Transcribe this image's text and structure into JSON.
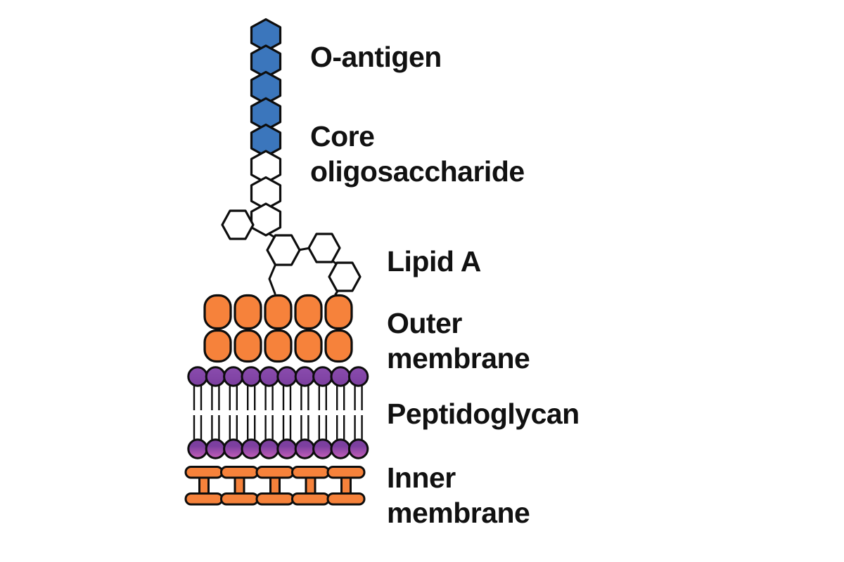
{
  "labels": {
    "o_antigen": "O-antigen",
    "core_oligosaccharide": "Core oligosaccharide",
    "lipid_a": "Lipid A",
    "outer_membrane": "Outer membrane",
    "peptidoglycan": "Peptidoglycan",
    "inner_membrane": "Inner membrane"
  },
  "colors": {
    "sugar_blue": "#3B76BC",
    "sugar_white": "#FFFFFF",
    "membrane_orange": "#F6823B",
    "head_purple": "#7C3F9F",
    "head_purple_light": "#8A4CAE",
    "head_magenta": "#C55FB9",
    "outline": "#0D0D0D",
    "label_text": "#111111",
    "background": "#FFFFFF"
  },
  "diagram": {
    "o_antigen_sugars": 5,
    "core_chain_sugars": 3,
    "core_branch_sugars": 4,
    "outer_membrane_lipid_rows": 2,
    "outer_membrane_lipids_per_row": 5,
    "bilayer_rows": 2,
    "bilayer_heads_per_row": 10,
    "bilayer_tails_per_head": 2,
    "inner_membrane_units": 5
  }
}
